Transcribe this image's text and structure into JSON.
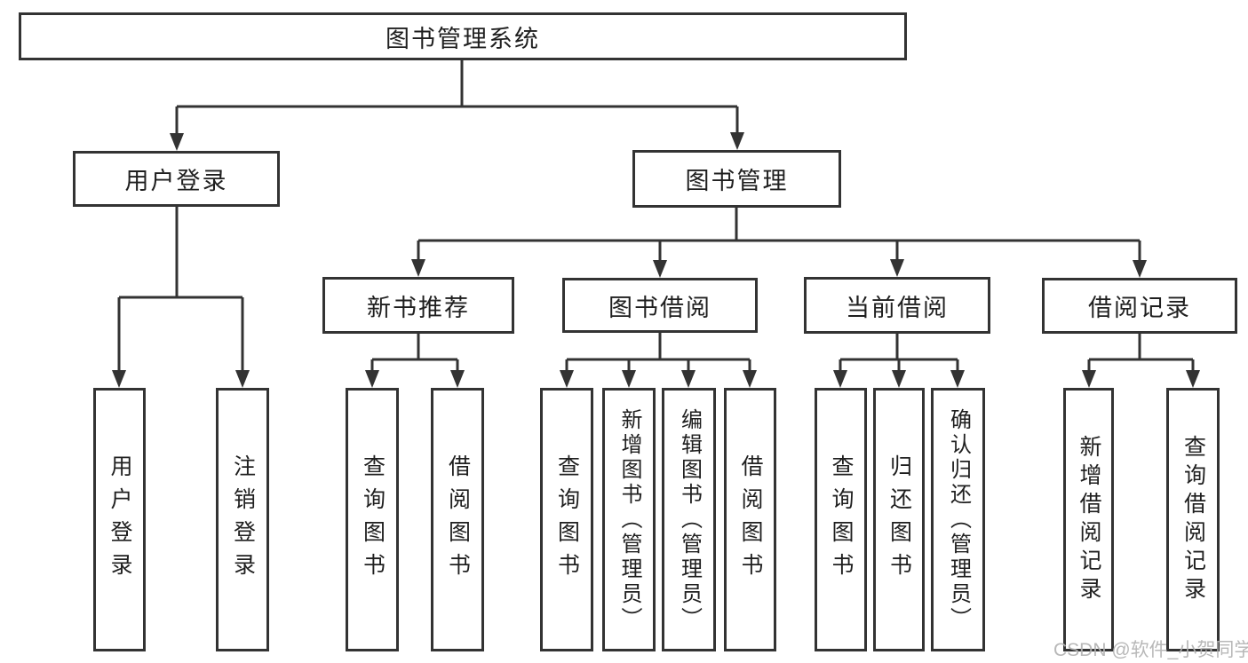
{
  "tree": {
    "root": {
      "label": "图书管理系统",
      "children": [
        {
          "label": "用户登录",
          "children": [
            {
              "label": "用户登录"
            },
            {
              "label": "注销登录"
            }
          ]
        },
        {
          "label": "图书管理",
          "children": [
            {
              "label": "新书推荐",
              "children": [
                {
                  "label": "查询图书"
                },
                {
                  "label": "借阅图书"
                }
              ]
            },
            {
              "label": "图书借阅",
              "children": [
                {
                  "label": "查询图书"
                },
                {
                  "label": "新增图书（管理员）"
                },
                {
                  "label": "编辑图书（管理员）"
                },
                {
                  "label": "借阅图书"
                }
              ]
            },
            {
              "label": "当前借阅",
              "children": [
                {
                  "label": "查询图书"
                },
                {
                  "label": "归还图书"
                },
                {
                  "label": "确认归还（管理员）"
                }
              ]
            },
            {
              "label": "借阅记录",
              "children": [
                {
                  "label": "新增借阅记录"
                },
                {
                  "label": "查询借阅记录"
                }
              ]
            }
          ]
        }
      ]
    }
  },
  "watermark": {
    "text": "CSDN @软件_小贺同学"
  },
  "colors": {
    "line": "#333333",
    "box_fill": "#ffffff",
    "text": "#1f1f1f",
    "watermark": "#b2b2b2",
    "background": "#ffffff"
  }
}
